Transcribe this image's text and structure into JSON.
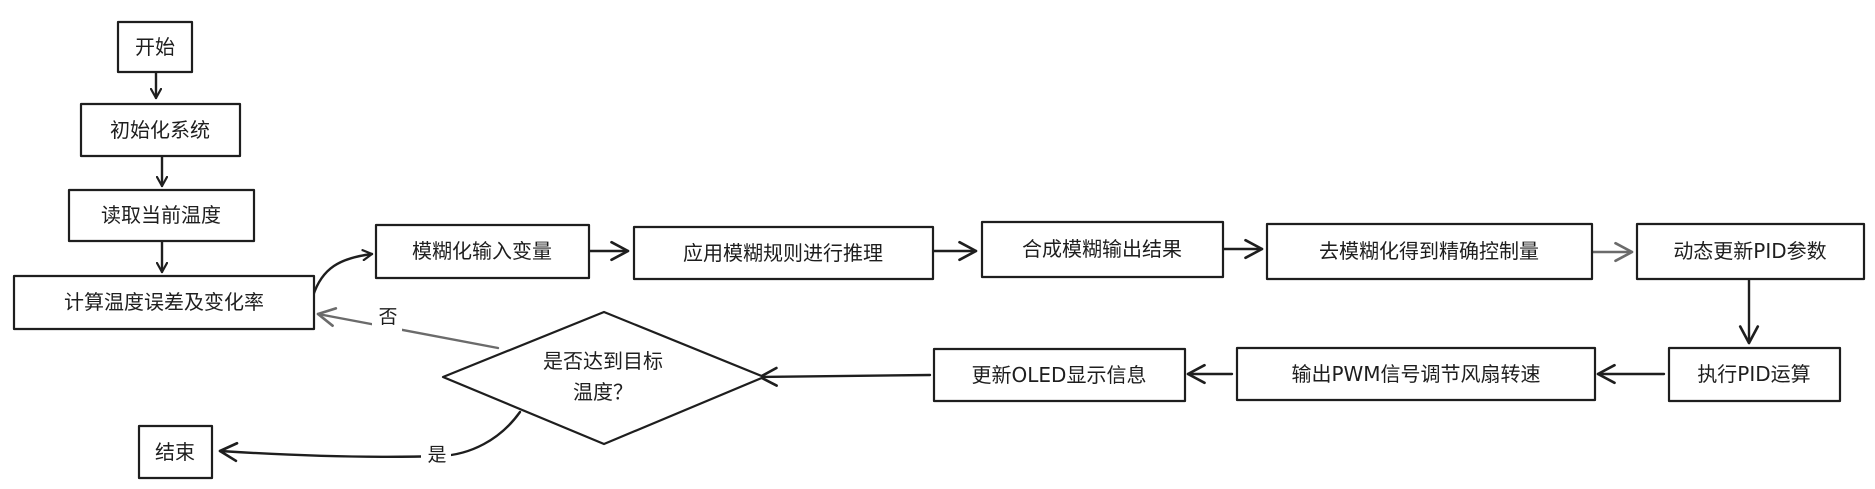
{
  "nodes": {
    "start": "开始",
    "init": "初始化系统",
    "read_temp": "读取当前温度",
    "calc_error": "计算温度误差及变化率",
    "fuzzify": "模糊化输入变量",
    "apply_rules": "应用模糊规则进行推理",
    "compose_output": "合成模糊输出结果",
    "defuzzify": "去模糊化得到精确控制量",
    "update_pid": "动态更新PID参数",
    "run_pid": "执行PID运算",
    "output_pwm": "输出PWM信号调节风扇转速",
    "update_oled": "更新OLED显示信息",
    "decision_line1": "是否达到目标",
    "decision_line2": "温度？",
    "end": "结束"
  },
  "edges": {
    "no_label": "否",
    "yes_label": "是"
  }
}
